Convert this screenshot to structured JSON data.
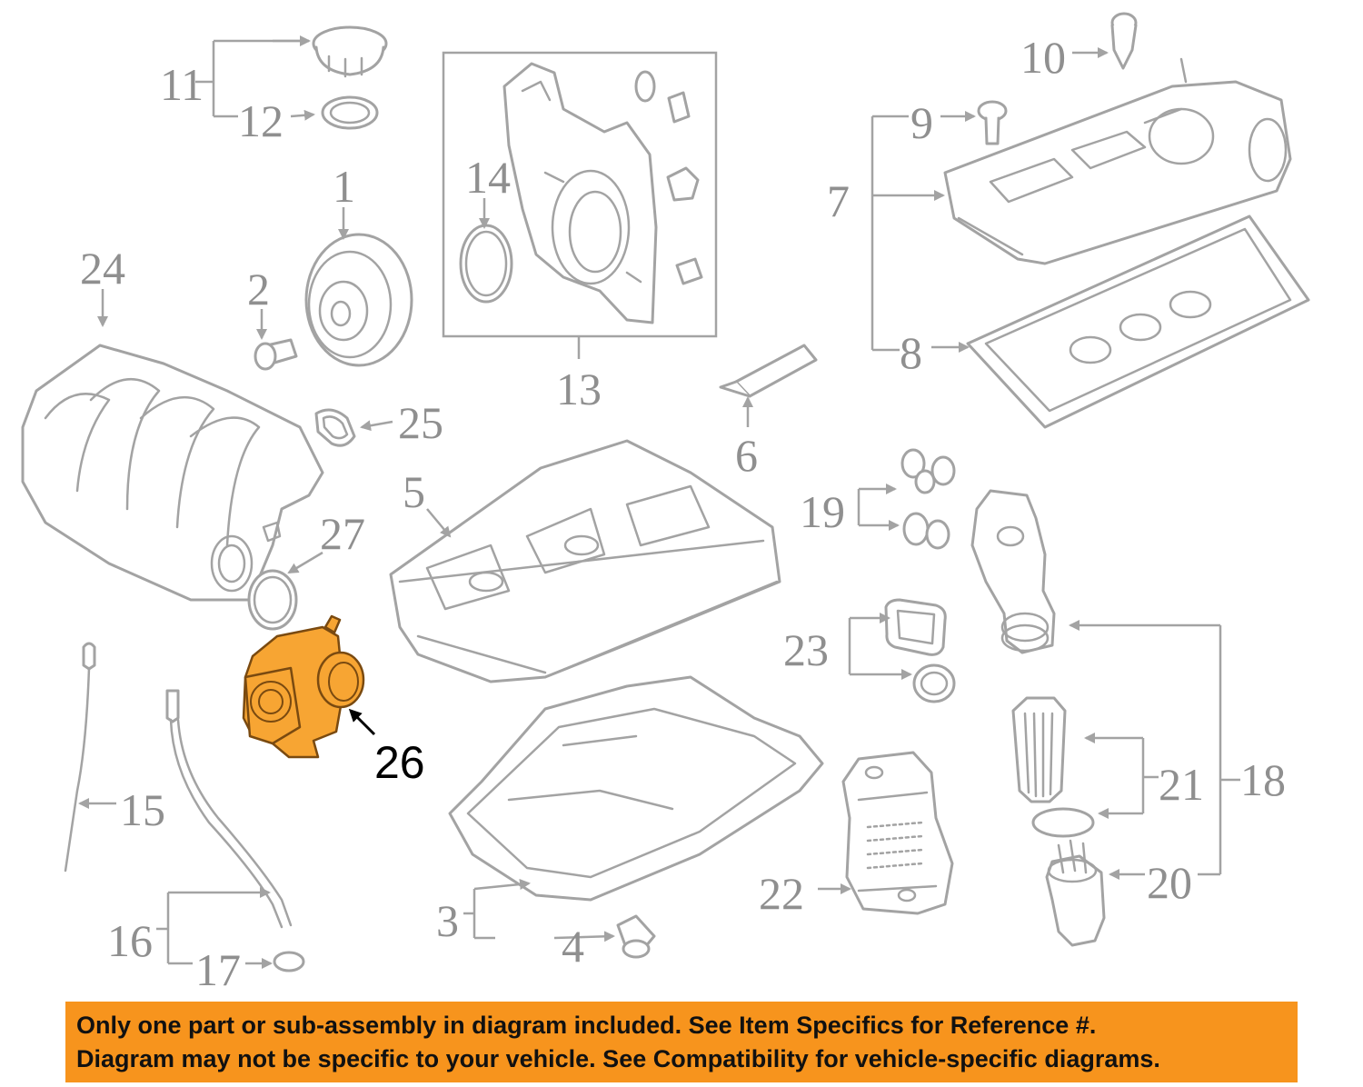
{
  "diagram": {
    "highlighted_label": "26",
    "labels": [
      "1",
      "2",
      "3",
      "4",
      "5",
      "6",
      "7",
      "8",
      "9",
      "10",
      "11",
      "12",
      "13",
      "14",
      "15",
      "16",
      "17",
      "18",
      "19",
      "20",
      "21",
      "22",
      "23",
      "24",
      "25",
      "27"
    ],
    "colors": {
      "line_art": "#a3a3a3",
      "label": "#8f8f8f",
      "highlight_part": "#f7a533",
      "banner": "#f7941d"
    }
  },
  "notice": {
    "line1": "Only one part or sub-assembly in diagram included. See Item Specifics for Reference #.",
    "line2": "Diagram may not be specific to your vehicle. See Compatibility for vehicle-specific diagrams."
  }
}
